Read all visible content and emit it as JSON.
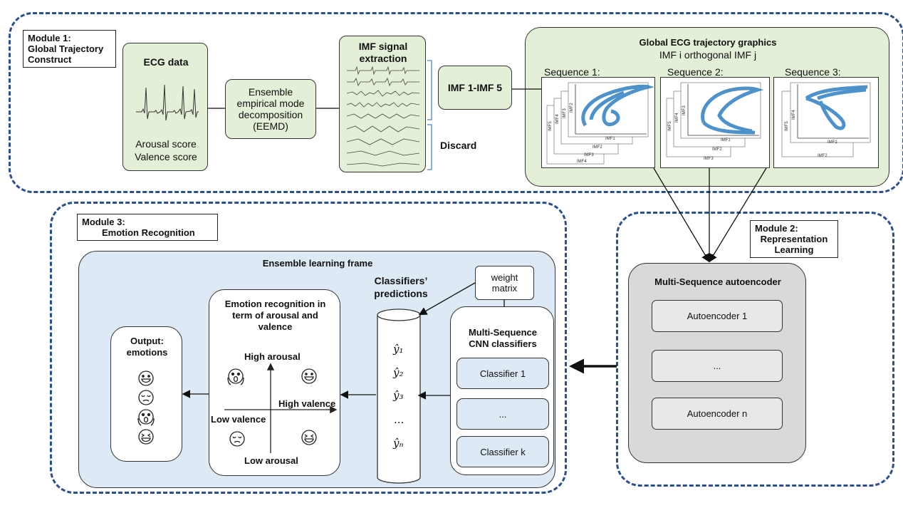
{
  "module1": {
    "tag_line1": "Module 1:",
    "tag_line2": "Global Trajectory",
    "tag_line3": "Construct",
    "ecg": {
      "title": "ECG data",
      "score1": "Arousal score",
      "score2": "Valence score"
    },
    "eemd": {
      "line1": "Ensemble",
      "line2": "empirical mode",
      "line3": "decomposition",
      "line4": "(EEMD)"
    },
    "imf_extract": {
      "line1": "IMF signal",
      "line2": "extraction"
    },
    "imf_range": "IMF 1-IMF 5",
    "discard": "Discard",
    "trajectory": {
      "title": "Global ECG trajectory graphics",
      "subtitle": "IMF i orthogonal IMF j",
      "sequences": [
        {
          "label": "Sequence 1:",
          "y_labels": [
            "IMF5",
            "IMF4",
            "IMF3",
            "IMF2"
          ],
          "x_labels": [
            "IMF1",
            "IMF2",
            "IMF3",
            "IMF4"
          ]
        },
        {
          "label": "Sequence 2:",
          "y_labels": [
            "IMF5",
            "IMF4",
            "IMF3"
          ],
          "x_labels": [
            "IMF1",
            "IMF2",
            "IMF3"
          ]
        },
        {
          "label": "Sequence 3:",
          "y_labels": [
            "IMF5",
            "IMF4"
          ],
          "x_labels": [
            "IMF1",
            "IMF2"
          ]
        }
      ]
    }
  },
  "module2": {
    "tag_line1": "Module 2:",
    "tag_line2": "Representation",
    "tag_line3": "Learning",
    "autoencoder_title": "Multi-Sequence autoencoder",
    "autoencoders": [
      "Autoencoder 1",
      "...",
      "Autoencoder n"
    ]
  },
  "module3": {
    "tag_line1": "Module 3:",
    "tag_line2": "Emotion Recognition",
    "frame_title": "Ensemble learning frame",
    "predictions_line1": "Classifiers’",
    "predictions_line2": "predictions",
    "weight_line1": "weight",
    "weight_line2": "matrix",
    "cnn_line1": "Multi-Sequence",
    "cnn_line2": "CNN classifiers",
    "classifiers": [
      "Classifier 1",
      "...",
      "Classifier k"
    ],
    "y_hats": [
      "ŷ₁",
      "ŷ₂",
      "ŷ₃",
      "...",
      "ŷₙ"
    ],
    "emotion": {
      "title_line1": "Emotion recognition in",
      "title_line2": "term of  arousal and",
      "title_line3": "valence",
      "high_arousal": "High arousal",
      "low_arousal": "Low arousal",
      "high_valence": "High valence",
      "low_valence": "Low valence"
    },
    "output_line1": "Output:",
    "output_line2": "emotions"
  },
  "colors": {
    "module_border": "#2a4f8f",
    "green_fill": "#e3efd6",
    "blue_fill": "#dde9f4",
    "gray_fill": "#d9d9d9",
    "trajectory_blue": "#2f7fc1"
  }
}
